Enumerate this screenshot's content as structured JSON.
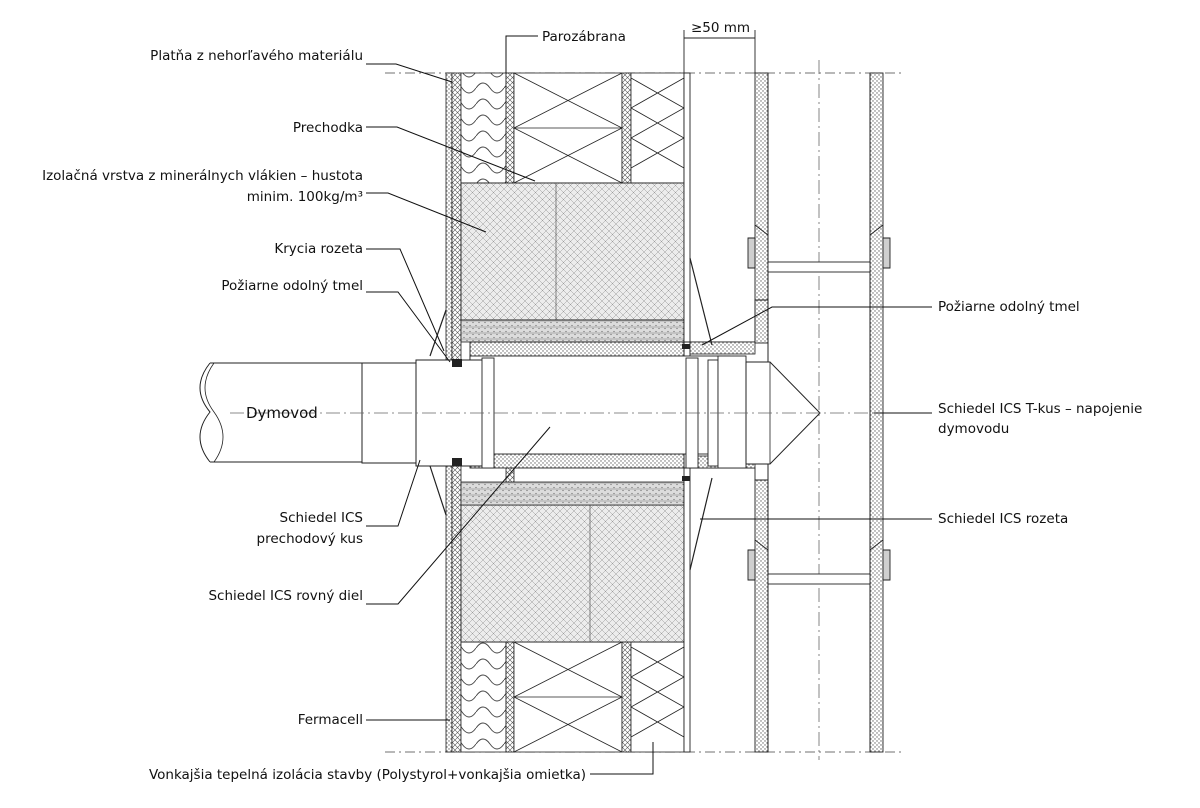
{
  "labels": {
    "platna": "Platňa z nehorľavého materiálu",
    "parozabrana": "Parozábrana",
    "dimension": "≥50 mm",
    "prechodka": "Prechodka",
    "izolacna_line1": "Izolačná vrstva z minerálnych vlákien – hustota",
    "izolacna_line2": "minim. 100kg/m³",
    "krycia_rozeta": "Krycia rozeta",
    "tmel_left": "Požiarne odolný tmel",
    "tmel_right": "Požiarne odolný tmel",
    "dymovod": "Dymovod",
    "tkus_line1": "Schiedel ICS  T-kus – napojenie",
    "tkus_line2": "dymovodu",
    "prechodovy_line1": "Schiedel ICS",
    "prechodovy_line2": "prechodový kus",
    "rozeta_right": "Schiedel ICS rozeta",
    "rovny_diel": "Schiedel ICS rovný diel",
    "fermacell": "Fermacell",
    "vonkajsia": "Vonkajšia tepelná izolácia stavby (Polystyrol+vonkajšia omietka)"
  }
}
